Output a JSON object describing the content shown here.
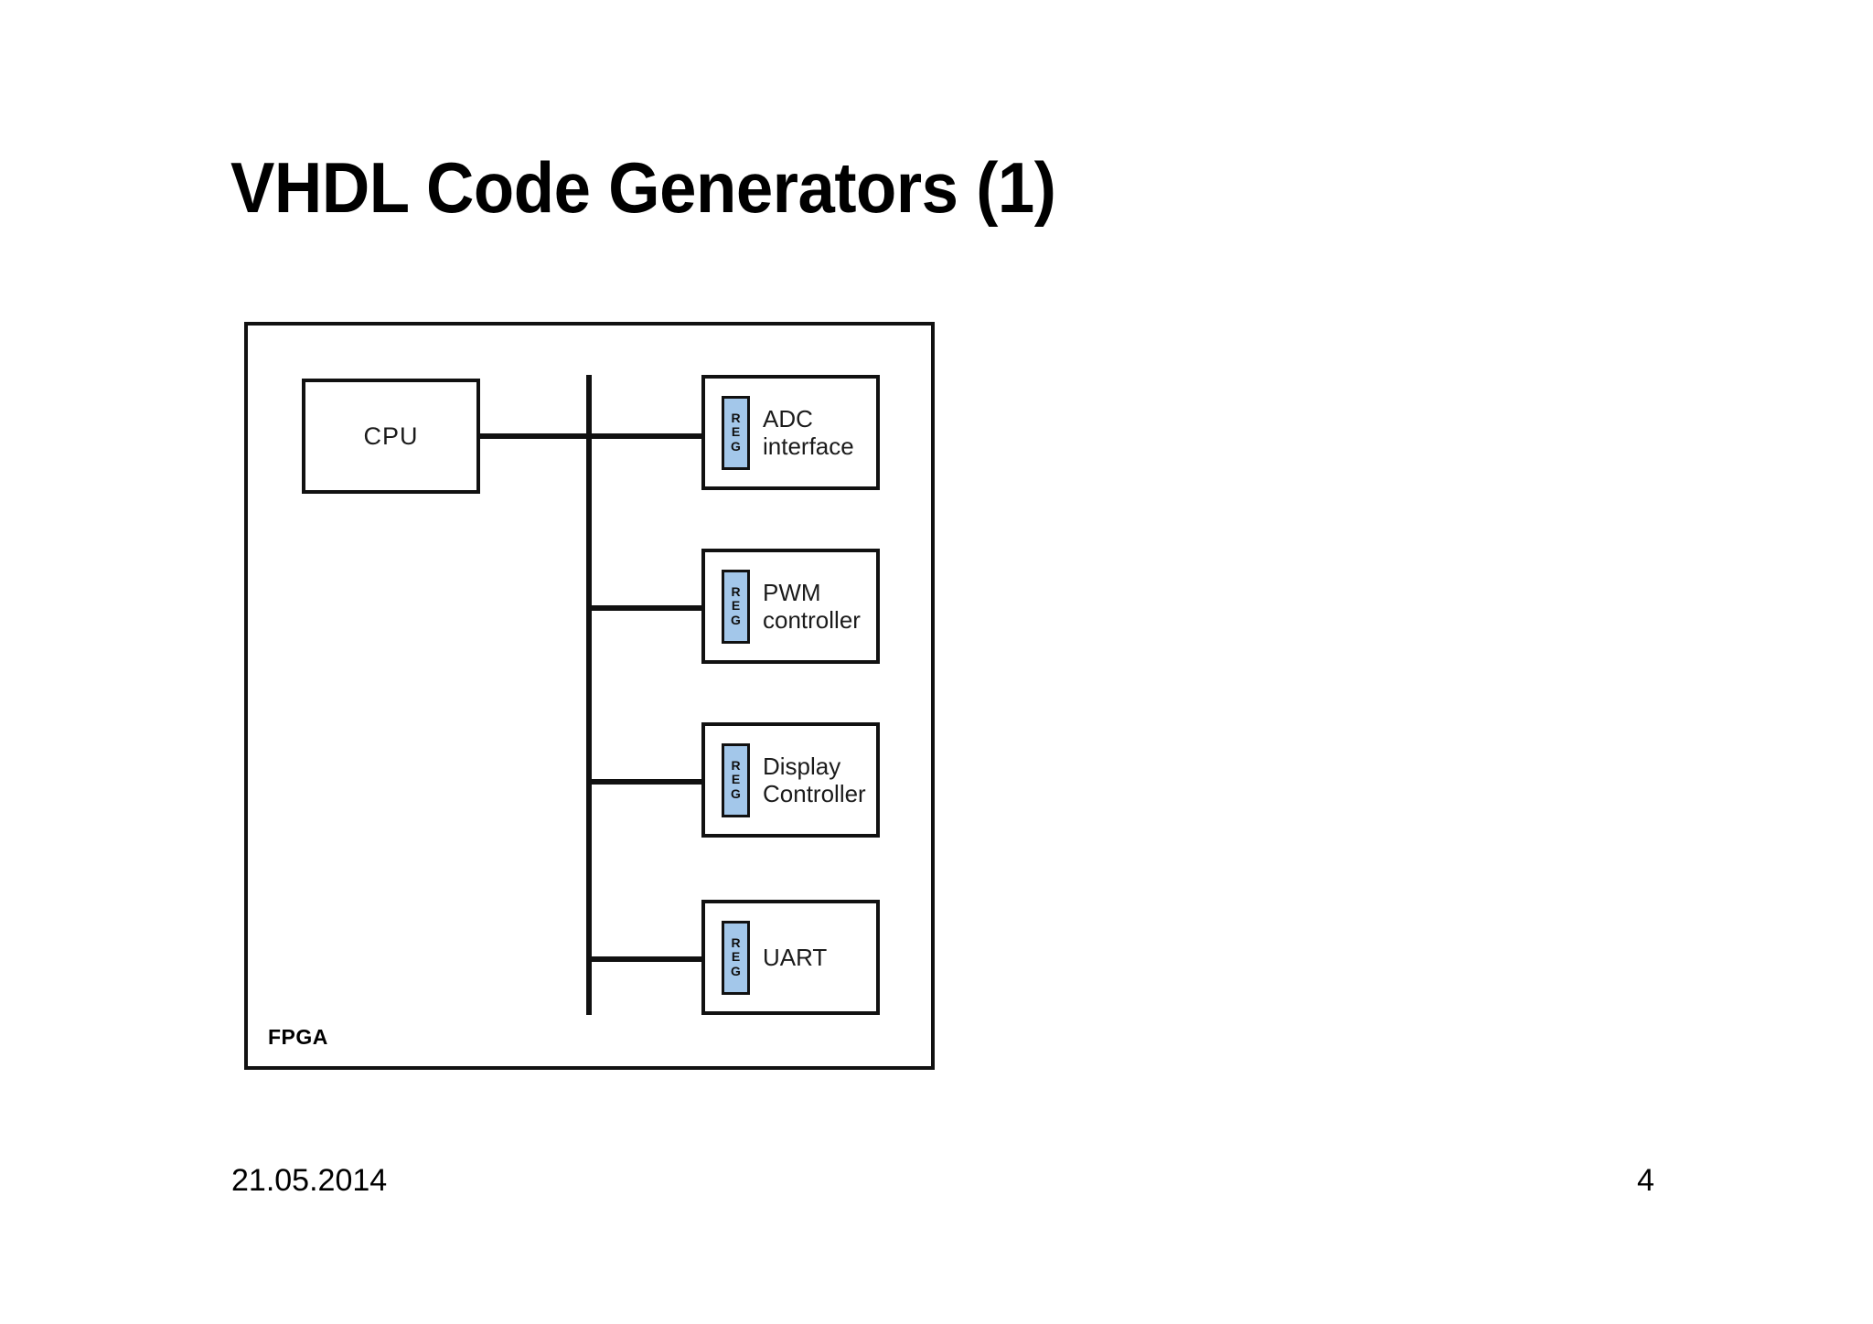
{
  "slide": {
    "title": "VHDL Code Generators (1)",
    "footer": {
      "date": "21.05.2014",
      "page_number": "4"
    }
  },
  "diagram": {
    "container_label": "FPGA",
    "cpu": {
      "label": "CPU"
    },
    "bus": {
      "name": "system-bus"
    },
    "reg_icon": {
      "letters": [
        "R",
        "E",
        "G"
      ],
      "fill_color": "#a3c7ea",
      "border_color": "#111111"
    },
    "peripherals": [
      {
        "label": "ADC\ninterface",
        "reg": "REG"
      },
      {
        "label": "PWM\ncontroller",
        "reg": "REG"
      },
      {
        "label": "Display\nController",
        "reg": "REG"
      },
      {
        "label": "UART",
        "reg": "REG"
      }
    ]
  },
  "colors": {
    "background": "#ffffff",
    "line": "#111111",
    "text": "#000000",
    "register_blue": "#a3c7ea"
  }
}
